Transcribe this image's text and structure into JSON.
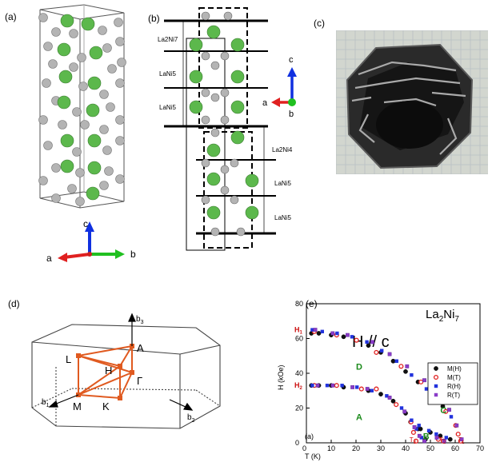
{
  "panels": {
    "a": {
      "label": "(a)",
      "axes": {
        "c": "c",
        "a": "a",
        "b": "b"
      }
    },
    "b": {
      "label": "(b)",
      "layers_top": [
        "La2Ni7",
        "LaNi5",
        "LaNi5"
      ],
      "layers_bottom": [
        "La2Ni4",
        "LaNi5",
        "LaNi5"
      ],
      "axes": {
        "c": "c",
        "a": "a",
        "b": "b"
      }
    },
    "c": {
      "label": "(c)"
    },
    "d": {
      "label": "(d)",
      "points": {
        "L": "L",
        "A": "A",
        "H": "H",
        "Gamma": "Γ",
        "M": "M",
        "K": "K"
      },
      "vectors": {
        "b1": "b",
        "b1sub": "1",
        "b2": "b",
        "b2sub": "2",
        "b3": "b",
        "b3sub": "3"
      }
    },
    "e": {
      "label": "(e)"
    }
  },
  "chart_data": {
    "type": "scatter",
    "title": "H // c",
    "compound": "La",
    "compound_sub1": "2",
    "compound_mid": "Ni",
    "compound_sub2": "7",
    "xlabel": "T (K)",
    "ylabel": "H (kOe)",
    "xlim": [
      0,
      70
    ],
    "ylim": [
      0,
      80
    ],
    "xticks": [
      0,
      10,
      20,
      30,
      40,
      50,
      60,
      70
    ],
    "yticks": [
      0,
      20,
      40,
      60,
      80
    ],
    "inner_label": "(a)",
    "phase_labels": [
      {
        "text": "D",
        "x": 20,
        "y": 42
      },
      {
        "text": "A",
        "x": 20,
        "y": 13
      },
      {
        "text": "C",
        "x": 54,
        "y": 17
      },
      {
        "text": "B",
        "x": 47,
        "y": 2
      }
    ],
    "field_labels": [
      {
        "text": "H",
        "sub": "1",
        "x": -1,
        "y": 65
      },
      {
        "text": "H",
        "sub": "2",
        "x": -1,
        "y": 33
      }
    ],
    "temp_labels": [
      {
        "text": "T",
        "sub": "3",
        "x": 42.5
      },
      {
        "text": "T",
        "sub": "2",
        "x": 54.5
      },
      {
        "text": "T",
        "sub": "1",
        "x": 62
      }
    ],
    "legend": [
      "M(H)",
      "M(T)",
      "R(H)",
      "R(T)"
    ],
    "legend_placement": "right",
    "colors": {
      "M(H)": "#111111",
      "M(T)": "#e0201f",
      "R(H)": "#2233dd",
      "R(T)": "#8a3cc8",
      "phase": "#1a8a1a",
      "accent": "#cc1111"
    },
    "series": [
      {
        "name": "M(H)",
        "points": [
          [
            2,
            63
          ],
          [
            5,
            63
          ],
          [
            10,
            62
          ],
          [
            15,
            61
          ],
          [
            25,
            56
          ],
          [
            30,
            52
          ],
          [
            35,
            47
          ],
          [
            40,
            41
          ],
          [
            45,
            35
          ],
          [
            50,
            28
          ],
          [
            55,
            21
          ],
          [
            2,
            33
          ],
          [
            5,
            33
          ],
          [
            10,
            33
          ],
          [
            15,
            32
          ],
          [
            25,
            30
          ],
          [
            30,
            28
          ],
          [
            35,
            24
          ],
          [
            40,
            17
          ],
          [
            45,
            8
          ],
          [
            48,
            2
          ],
          [
            42,
            12
          ],
          [
            46,
            8
          ],
          [
            50,
            6
          ],
          [
            54,
            4
          ],
          [
            58,
            2
          ]
        ]
      },
      {
        "name": "M(T)",
        "points": [
          [
            3,
            64
          ],
          [
            12,
            62
          ],
          [
            20,
            59
          ],
          [
            28,
            52
          ],
          [
            38,
            44
          ],
          [
            46,
            35
          ],
          [
            52,
            26
          ],
          [
            56,
            18
          ],
          [
            60,
            10
          ],
          [
            61,
            5
          ],
          [
            62,
            1
          ],
          [
            3,
            33
          ],
          [
            12,
            33
          ],
          [
            22,
            31
          ],
          [
            28,
            31
          ],
          [
            36,
            22
          ],
          [
            42,
            12
          ],
          [
            43,
            6
          ],
          [
            44,
            1
          ],
          [
            53,
            2
          ],
          [
            55,
            1
          ]
        ]
      },
      {
        "name": "R(H)",
        "points": [
          [
            2,
            65
          ],
          [
            6,
            64
          ],
          [
            12,
            63
          ],
          [
            18,
            61
          ],
          [
            24,
            58
          ],
          [
            30,
            53
          ],
          [
            36,
            47
          ],
          [
            42,
            39
          ],
          [
            48,
            31
          ],
          [
            54,
            24
          ],
          [
            58,
            15
          ],
          [
            2,
            33
          ],
          [
            8,
            33
          ],
          [
            14,
            33
          ],
          [
            20,
            32
          ],
          [
            26,
            30
          ],
          [
            32,
            27
          ],
          [
            38,
            20
          ],
          [
            42,
            13
          ],
          [
            44,
            8
          ],
          [
            46,
            3
          ],
          [
            45,
            10
          ],
          [
            49,
            7
          ],
          [
            52,
            5
          ],
          [
            56,
            3
          ]
        ]
      },
      {
        "name": "R(T)",
        "points": [
          [
            3,
            65
          ],
          [
            10,
            63
          ],
          [
            16,
            62
          ],
          [
            26,
            58
          ],
          [
            33,
            51
          ],
          [
            40,
            44
          ],
          [
            47,
            36
          ],
          [
            53,
            27
          ],
          [
            57,
            19
          ],
          [
            60,
            10
          ],
          [
            62,
            2
          ],
          [
            4,
            33
          ],
          [
            10,
            33
          ],
          [
            18,
            32
          ],
          [
            24,
            31
          ],
          [
            33,
            26
          ],
          [
            39,
            18
          ],
          [
            43,
            9
          ],
          [
            45,
            4
          ],
          [
            47,
            1
          ],
          [
            52,
            3
          ],
          [
            55,
            1
          ]
        ]
      }
    ]
  }
}
